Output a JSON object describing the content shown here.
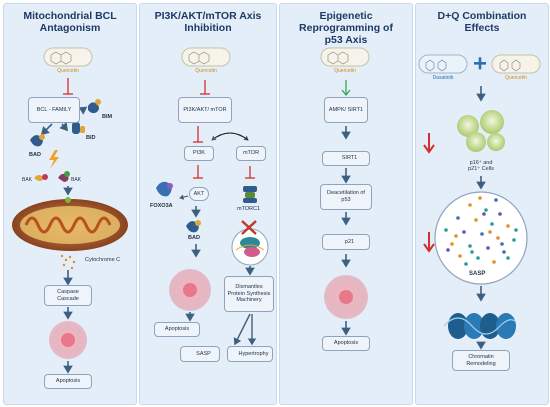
{
  "panels": [
    {
      "title": "Mitochondrial BCL Antagonism",
      "drug": "Quercetin",
      "bcl_family": "BCL - FAMILY",
      "bim": "BIM",
      "bid": "BID",
      "bad": "BAD",
      "bak_left": "BAK",
      "bak_right": "BAK",
      "cytochrome": "Cytochrome C",
      "caspase": "Caspase Cascade",
      "apoptosis": "Apoptosis"
    },
    {
      "title": "PI3K/AKT/mTOR Axis Inhibition",
      "drug": "Quercetin",
      "pathway": "PI3K/AKT/ mTOR",
      "pi3k": "PI3K",
      "mtor": "mTOR",
      "akt": "AKT",
      "foxo3a": "FOXO3A",
      "bad": "BAD",
      "mtorc1": "mTORC1",
      "dismantles": "Dismantles Protein Synthesis Machinery",
      "apoptosis": "Apoptosis",
      "sasp": "SASP",
      "hypertrophy": "Hypertrophy"
    },
    {
      "title": "Epigenetic Reprogramming of p53 Axis",
      "drug": "Quercetin",
      "ampk": "AMPK/ SIRT1",
      "sirt1": "SIRT1",
      "deacetylation": "Deacetilation of p53",
      "p21": "p21",
      "apoptosis": "Apoptosis"
    },
    {
      "title": "D+Q Combination Effects",
      "drug_d": "Dasatinib",
      "drug_q": "Quercetin",
      "cells_line1": "p16⁺ and",
      "cells_line2": "p21⁺ Cells",
      "sasp": "SASP",
      "chromatin": "Chromatin Remodeling"
    }
  ],
  "colors": {
    "panel_bg": "#e3eef8",
    "title": "#1e3a66",
    "arrow": "#3f5f80",
    "inhibit": "#d32f2f",
    "up_green": "#3aa655",
    "quercetin": "#d28a1a",
    "dasatinib": "#2f6fb7"
  }
}
